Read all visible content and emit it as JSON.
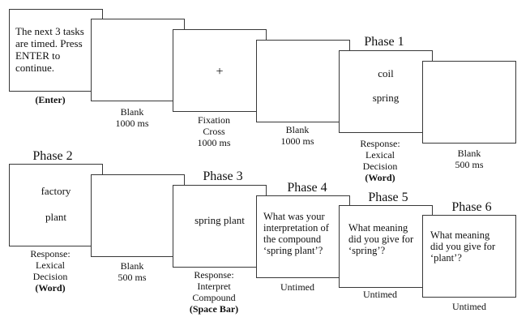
{
  "figure": {
    "type": "experiment-procedure-diagram",
    "colors": {
      "box_border": "#383838",
      "box_fill": "#ffffff",
      "text": "#111111"
    },
    "screens": [
      {
        "id": "instructions",
        "content": [
          "The next 3 tasks",
          "are timed. Press",
          "ENTER to",
          "continue."
        ],
        "caption": [
          "(Enter)"
        ]
      },
      {
        "id": "blank-1000-a",
        "caption": [
          "Blank",
          "1000 ms"
        ]
      },
      {
        "id": "fixation-cross",
        "content": [
          "+"
        ],
        "caption": [
          "Fixation",
          "Cross",
          "1000 ms"
        ]
      },
      {
        "id": "blank-1000-b",
        "caption": [
          "Blank",
          "1000 ms"
        ]
      },
      {
        "id": "phase-1",
        "phase_label": "Phase 1",
        "content": [
          "coil",
          "spring"
        ],
        "caption": [
          "Response:",
          "Lexical",
          "Decision",
          "(Word)"
        ]
      },
      {
        "id": "blank-500-a",
        "caption": [
          "Blank",
          "500 ms"
        ]
      },
      {
        "id": "phase-2",
        "phase_label": "Phase 2",
        "content": [
          "factory",
          "plant"
        ],
        "caption": [
          "Response:",
          "Lexical",
          "Decision",
          "(Word)"
        ]
      },
      {
        "id": "blank-500-b",
        "caption": [
          "Blank",
          "500 ms"
        ]
      },
      {
        "id": "phase-3",
        "phase_label": "Phase 3",
        "content": [
          "spring plant"
        ],
        "caption": [
          "Response:",
          "Interpret",
          "Compound",
          "(Space Bar)"
        ]
      },
      {
        "id": "phase-4",
        "phase_label": "Phase 4",
        "content": [
          "What was your",
          "interpretation of",
          "the compound",
          "‘spring plant’?"
        ],
        "caption": [
          "Untimed"
        ]
      },
      {
        "id": "phase-5",
        "phase_label": "Phase 5",
        "content": [
          "What meaning",
          "did you give for",
          "‘spring’?"
        ],
        "caption": [
          "Untimed"
        ]
      },
      {
        "id": "phase-6",
        "phase_label": "Phase 6",
        "content": [
          "What meaning",
          "did you give for",
          "‘plant’?"
        ],
        "caption": [
          "Untimed"
        ]
      }
    ]
  }
}
